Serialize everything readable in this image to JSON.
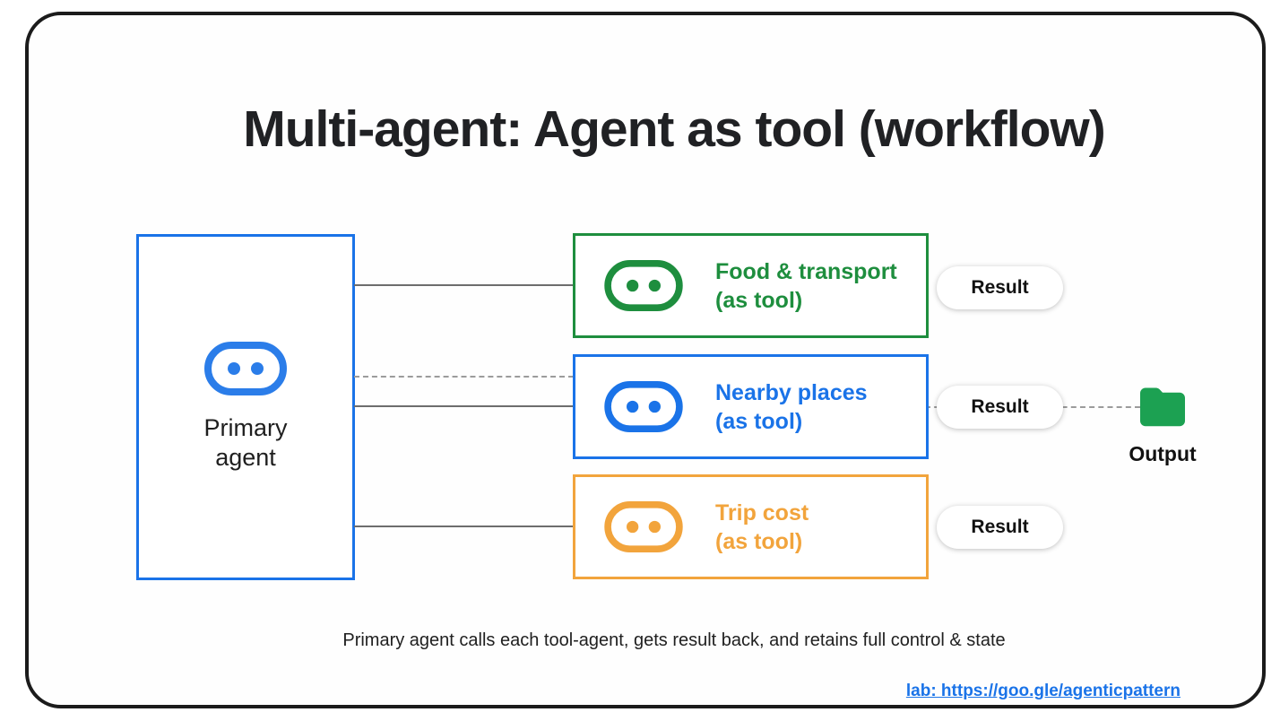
{
  "title": "Multi-agent: Agent as tool (workflow)",
  "primary_agent": {
    "label": "Primary agent",
    "border_color": "#1a73e8",
    "icon": "robot-agent-icon"
  },
  "tool_agents": [
    {
      "name": "Food & transport",
      "suffix": "(as tool)",
      "color": "#1e8e3e",
      "icon": "robot-agent-icon",
      "result_label": "Result"
    },
    {
      "name": "Nearby places",
      "suffix": "(as tool)",
      "color": "#1a73e8",
      "icon": "robot-agent-icon",
      "result_label": "Result"
    },
    {
      "name": "Trip cost",
      "suffix": "(as tool)",
      "color": "#f2a43c",
      "icon": "robot-agent-icon",
      "result_label": "Result"
    }
  ],
  "connectors": {
    "primary_to_tools": [
      "solid",
      "dashed",
      "solid",
      "solid"
    ],
    "result_to_output": "dashed",
    "solid_color": "#6d6d6d",
    "dashed_color": "#9b9b9b"
  },
  "output": {
    "label": "Output",
    "icon": "folder-icon",
    "folder_color": "#1ca152"
  },
  "caption": "Primary agent calls each tool-agent, gets result back, and retains full control & state",
  "link": {
    "label": "lab: https://goo.gle/agenticpattern",
    "color": "#1a73e8"
  }
}
